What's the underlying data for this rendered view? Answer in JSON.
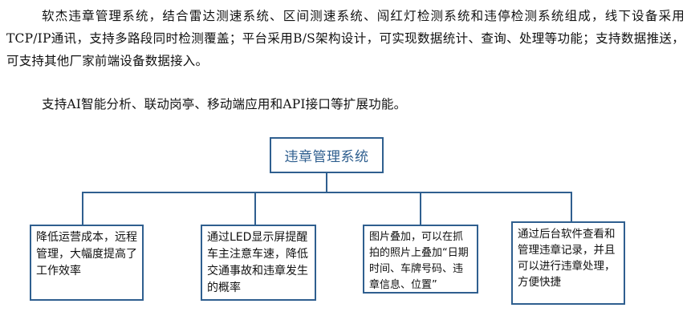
{
  "intro": {
    "paragraph_1": "软杰违章管理系统，结合雷达测速系统、区间测速系统、闯红灯检测系统和违停检测系统组成，线下设备采用TCP/IP通讯，支持多路段同时检测覆盖；平台采用B/S架构设计，可实现数据统计、查询、处理等功能；支持数据推送，可支持其他厂家前端设备数据接入。",
    "paragraph_2": "支持AI智能分析、联动岗亭、移动端应用和API接口等扩展功能。"
  },
  "diagram": {
    "root": "违章管理系统",
    "branches": [
      "降低运营成本，远程管理，大幅度提高了工作效率",
      "通过LED显示屏提醒车主注意车速，降低交通事故和违章发生的概率",
      "图片叠加，可以在抓拍的照片上叠加“日期时间、车牌号码、违章信息、位置”",
      "通过后台软件查看和管理违章记录，并且可以进行违章处理，方便快捷"
    ],
    "line_color": "#2f5f8f"
  }
}
